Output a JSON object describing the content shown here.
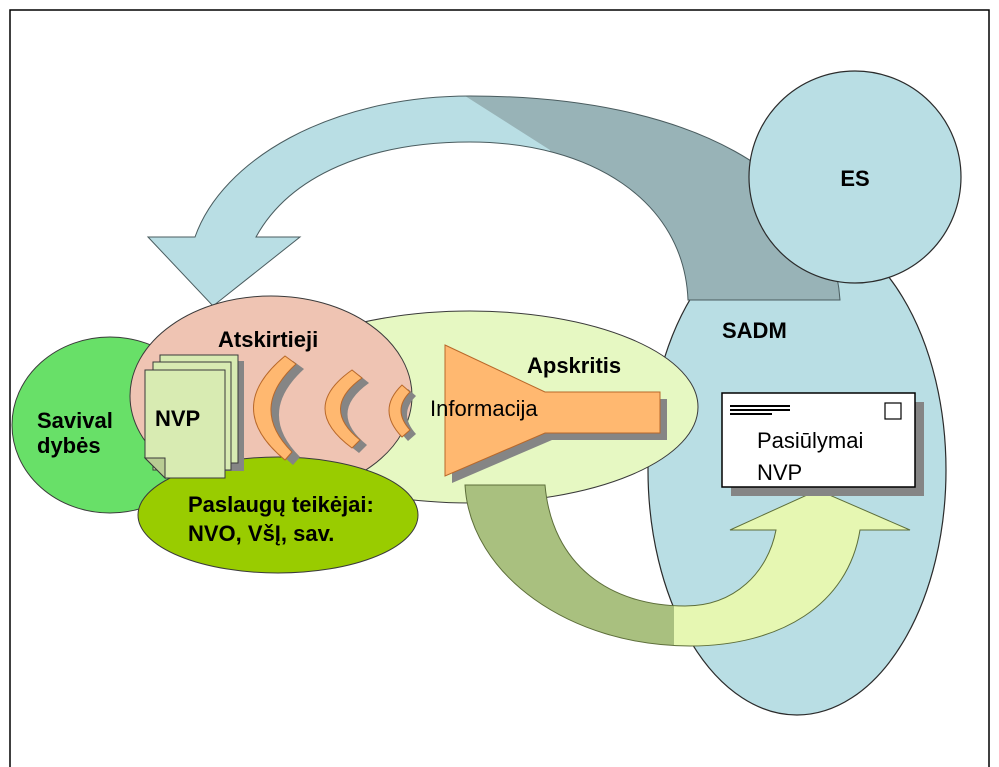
{
  "diagram": {
    "es": {
      "label": "ES"
    },
    "sadm": {
      "label": "SADM"
    },
    "apskritis": {
      "label": "Apskritis"
    },
    "atskirtieji": {
      "label": "Atskirtieji"
    },
    "savivaldybes": {
      "label_line1": "Savival",
      "label_line2": "dybės"
    },
    "nvp_documents": {
      "label": "NVP"
    },
    "informacija": {
      "label": "Informacija"
    },
    "paslaugu_teikejai": {
      "label_line1": "Paslaugų teikėjai:",
      "label_line2": "NVO, VšĮ, sav."
    },
    "envelope": {
      "line1": "Pasiūlymai",
      "line2": "NVP"
    }
  },
  "colors": {
    "es_fill": "#b9dee4",
    "sadm_fill": "#b9dee4",
    "blue_arrow_light": "#b9dee4",
    "blue_arrow_dark": "#98b3b7",
    "savivaldybes_fill": "#68e068",
    "apskritis_fill": "#e6f8c2",
    "atskirtieji_fill": "#efc4b3",
    "paslaugu_fill": "#99cc00",
    "green_arrow_dark": "#a9c07f",
    "green_arrow_light": "#e6f7b2",
    "orange_fill": "#ffb870",
    "document_fill": "#d8ebb2",
    "envelope_fill": "#ffffff",
    "shadow": "#858585"
  }
}
